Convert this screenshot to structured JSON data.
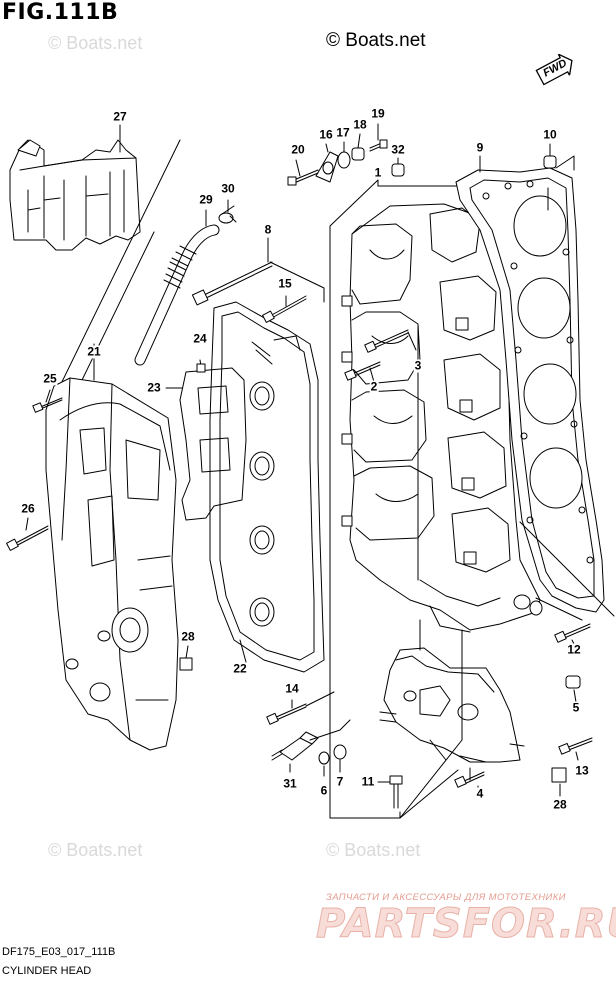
{
  "figure": {
    "title": "FIG.111B",
    "copyright": "© Boats.net",
    "fwd_label": "FWD"
  },
  "watermarks": {
    "top_left": "© Boats.net",
    "bottom_left": "© Boats.net",
    "bottom_right": "© Boats.net"
  },
  "footer": {
    "code": "DF175_E03_017_111B",
    "title": "CYLINDER HEAD"
  },
  "stamp": {
    "tagline": "ЗАПЧАСТИ И АКСЕССУАРЫ ДЛЯ МОТОТЕХНИКИ",
    "logo": "PARTSFOR.RU"
  },
  "callouts": {
    "c1": "1",
    "c2": "2",
    "c3": "3",
    "c4": "4",
    "c5": "5",
    "c6": "6",
    "c7": "7",
    "c8": "8",
    "c9": "9",
    "c10": "10",
    "c11": "11",
    "c12": "12",
    "c13": "13",
    "c14": "14",
    "c15": "15",
    "c16": "16",
    "c17": "17",
    "c18": "18",
    "c19": "19",
    "c20": "20",
    "c21": "21",
    "c22": "22",
    "c23": "23",
    "c24": "24",
    "c25": "25",
    "c26": "26",
    "c27": "27",
    "c28a": "28",
    "c28b": "28",
    "c29": "29",
    "c30": "30",
    "c31": "31",
    "c32": "32"
  },
  "colors": {
    "line": "#000000",
    "watermark": "#d9d9d9",
    "stamp_text": "#e39c8f"
  }
}
